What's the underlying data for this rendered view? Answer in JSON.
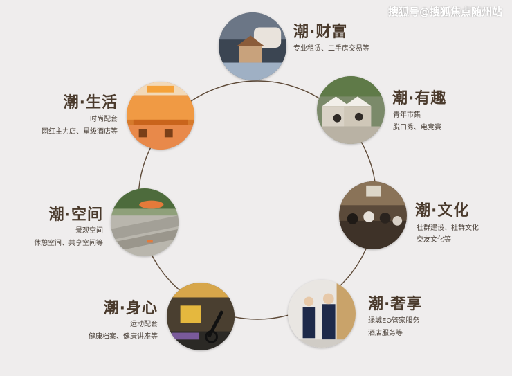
{
  "watermark": "搜狐号@搜狐焦点随州站",
  "items": [
    {
      "title": "潮·财富",
      "lines": [
        "专业租赁、二手房交易等"
      ]
    },
    {
      "title": "潮·有趣",
      "lines": [
        "青年市集",
        "脱口秀、电竞赛"
      ]
    },
    {
      "title": "潮·文化",
      "lines": [
        "社群建设、社群文化",
        "交友文化等"
      ]
    },
    {
      "title": "潮·奢享",
      "lines": [
        "绿城EO管家服务",
        "酒店服务等"
      ]
    },
    {
      "title": "潮·身心",
      "lines": [
        "运动配套",
        "健康档案、健康讲座等"
      ]
    },
    {
      "title": "潮·空间",
      "lines": [
        "景观空间",
        "休憩空间、共享空间等"
      ]
    },
    {
      "title": "潮·生活",
      "lines": [
        "时尚配套",
        "网红主力店、星级酒店等"
      ]
    }
  ]
}
